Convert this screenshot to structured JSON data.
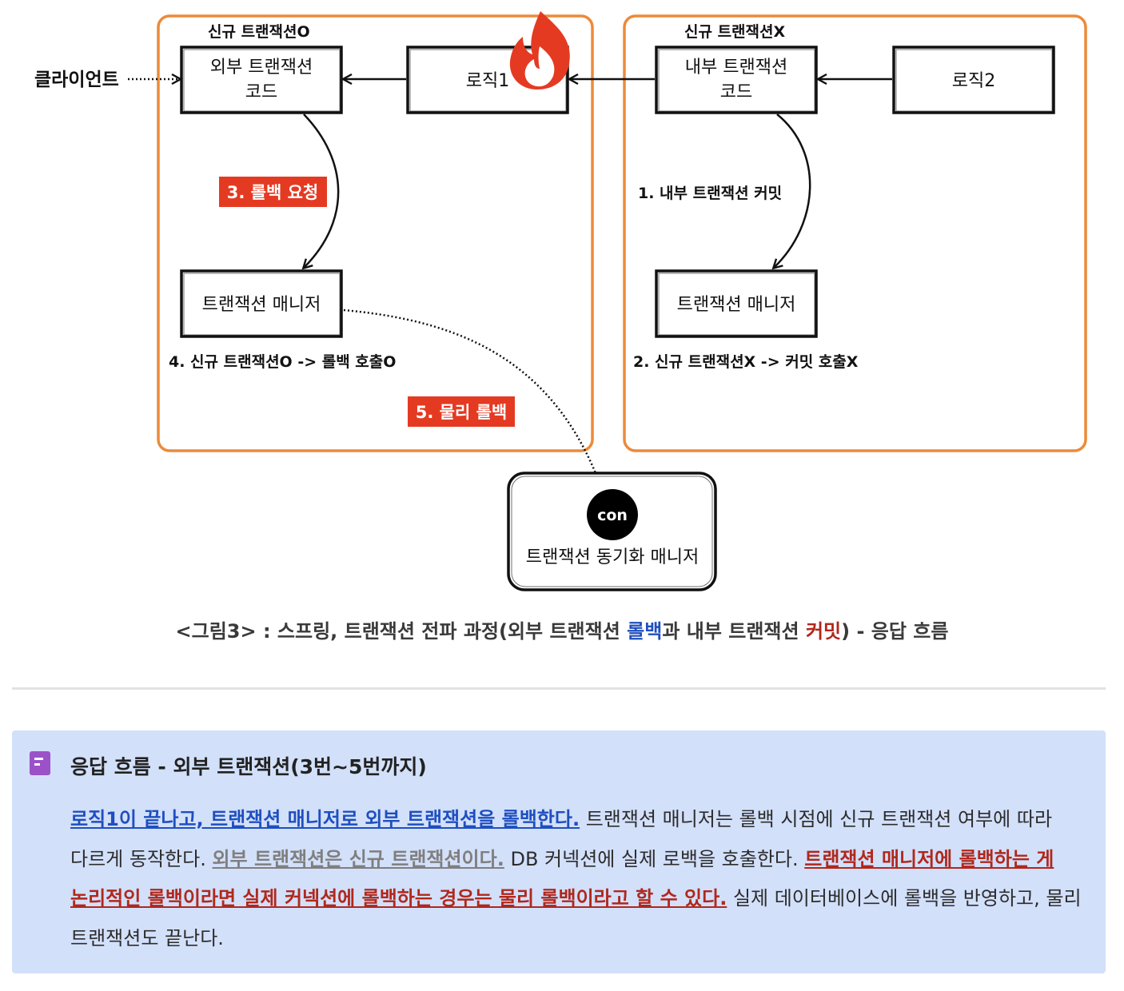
{
  "diagram": {
    "client_label": "클라이언트",
    "outer_tx_label": "신규 트랜잭션O",
    "inner_tx_label": "신규 트랜잭션X",
    "outer_code_line1": "외부 트랜잭션",
    "outer_code_line2": "코드",
    "logic1": "로직1",
    "inner_code_line1": "내부 트랜잭션",
    "inner_code_line2": "코드",
    "logic2": "로직2",
    "rollback_request": "3. 롤백 요청",
    "inner_commit": "1. 내부 트랜잭션 커밋",
    "tx_manager_outer": "트랜잭션 매니저",
    "tx_manager_inner": "트랜잭션 매니저",
    "step4": "4. 신규 트랜잭션O -> 롤백 호출O",
    "step2": "2. 신규 트랜잭션X -> 커밋 호출X",
    "physical_rollback": "5. 물리 롤백",
    "con_label": "con",
    "sync_manager": "트랜잭션 동기화 매니저"
  },
  "caption": {
    "prefix": "<그림3> : 스프링, 트랜잭션 전파 과정(외부 트랜잭션 ",
    "rollback": "롤백",
    "middle": "과 내부 트랜잭션 ",
    "commit": "커밋",
    "suffix": ") - 응답 흐름"
  },
  "callout": {
    "icon": "page-icon",
    "title": "응답 흐름 - 외부 트랜잭션(3번~5번까지)",
    "s1": "로직1이 끝나고, 트랜잭션 매니저로 외부 트랜잭션을 롤백한다.",
    "t1": " 트랜잭션 매니저는 롤백 시점에 신규 트랜잭션 여부에 따라 다르게 동작한다. ",
    "s2": "외부 트랜잭션은 신규 트랜잭션이다.",
    "t2": " DB 커넥션에 실제 로백을 호출한다. ",
    "s3": "트랜잭션 매니저에 롤백하는 게 논리적인 롤백이라면 실제 커넥션에 롤백하는 경우는 물리 롤백이라고 할 수 있다.",
    "t3": " 실제 데이터베이스에 롤백을 반영하고, 물리 트랜잭션도 끝난다."
  },
  "colors": {
    "orange_border": "#ec8a3a",
    "red_label": "#e53a22",
    "blue_link": "#1f4fbf",
    "red_link": "#b0281c",
    "gray_link": "#7f7f7f",
    "callout_bg": "#d3e0fa",
    "icon_purple": "#9b51c8"
  }
}
